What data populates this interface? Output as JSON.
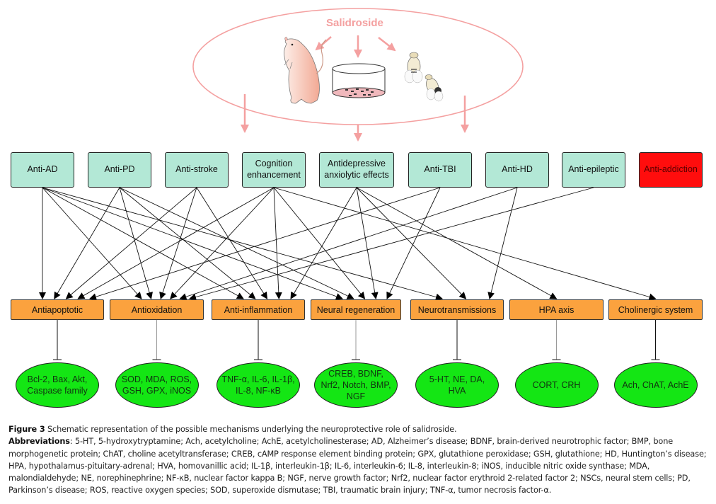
{
  "title": "Salidroside",
  "illustrations": [
    "rat-illustration",
    "cell-culture-dish-illustration",
    "fruit-fly-illustration"
  ],
  "colors": {
    "salidroside_pink": "#f4a0a0",
    "effect_box": "#b3e8d6",
    "effect_box_highlight": "#ff0d0d",
    "mechanism_box": "#fba23e",
    "marker_oval": "#14e614"
  },
  "effects": [
    {
      "label": "Anti-AD"
    },
    {
      "label": "Anti-PD"
    },
    {
      "label": "Anti-stroke"
    },
    {
      "label": "Cognition enhancement"
    },
    {
      "label": "Antidepressive anxiolytic effects"
    },
    {
      "label": "Anti-TBI"
    },
    {
      "label": "Anti-HD"
    },
    {
      "label": "Anti-epileptic"
    },
    {
      "label": "Anti-addiction",
      "highlight": true
    }
  ],
  "mechanisms": [
    {
      "label": "Antiapoptotic",
      "markers": "Bcl-2, Bax, Akt, Caspase family"
    },
    {
      "label": "Antioxidation",
      "markers": "SOD, MDA, ROS, GSH, GPX, iNOS"
    },
    {
      "label": "Anti-inflammation",
      "markers": "TNF-α, IL-6, IL-1β, IL-8, NF-κB"
    },
    {
      "label": "Neural regeneration",
      "markers": "CREB, BDNF, Nrf2, Notch, BMP, NGF"
    },
    {
      "label": "Neurotransmissions",
      "markers": "5-HT, NE, DA, HVA"
    },
    {
      "label": "HPA axis",
      "markers": "CORT, CRH"
    },
    {
      "label": "Cholinergic system",
      "markers": "Ach, ChAT, AchE"
    }
  ],
  "links": [
    {
      "from": "Anti-AD",
      "to": [
        "Antiapoptotic",
        "Antioxidation",
        "Anti-inflammation",
        "Neural regeneration",
        "Neurotransmissions"
      ]
    },
    {
      "from": "Anti-PD",
      "to": [
        "Antiapoptotic",
        "Antioxidation",
        "Anti-inflammation",
        "Neural regeneration"
      ]
    },
    {
      "from": "Anti-stroke",
      "to": [
        "Antiapoptotic",
        "Antioxidation",
        "Anti-inflammation"
      ]
    },
    {
      "from": "Cognition enhancement",
      "to": [
        "Antiapoptotic",
        "Antioxidation",
        "Anti-inflammation",
        "Neural regeneration",
        "Cholinergic system"
      ]
    },
    {
      "from": "Antidepressive anxiolytic effects",
      "to": [
        "Anti-inflammation",
        "Neural regeneration",
        "Neurotransmissions",
        "HPA axis"
      ]
    },
    {
      "from": "Anti-TBI",
      "to": [
        "Antiapoptotic",
        "Neural regeneration"
      ]
    },
    {
      "from": "Anti-HD",
      "to": [
        "Antioxidation",
        "Neurotransmissions"
      ]
    },
    {
      "from": "Anti-epileptic",
      "to": [
        "Antioxidation"
      ]
    }
  ],
  "caption": {
    "figure_label": "Figure 3",
    "figure_text": " Schematic representation of the possible mechanisms underlying the neuroprotective role of salidroside.",
    "abbr_label": "Abbreviations",
    "abbr_text": ": 5-HT, 5-hydroxytryptamine; Ach, acetylcholine; AchE, acetylcholinesterase; AD, Alzheimer’s disease; BDNF, brain-derived neurotrophic factor; BMP, bone morphogenetic protein; ChAT, choline acetyltransferase; CREB, cAMP response element binding protein; GPX, glutathione peroxidase; GSH, glutathione; HD, Huntington’s disease; HPA, hypothalamus-pituitary-adrenal; HVA, homovanillic acid; IL-1β, interleukin-1β; IL-6, interleukin-6; IL-8, interleukin-8; iNOS, inducible nitric oxide synthase; MDA, malondialdehyde; NE, norephinephrine; NF-κB, nuclear factor kappa B; NGF, nerve growth factor; Nrf2, nuclear factor erythroid 2-related factor 2; NSCs, neural stem cells; PD, Parkinson’s disease; ROS, reactive oxygen species; SOD, superoxide dismutase; TBI, traumatic brain injury; TNF-α, tumor necrosis factor-α."
  }
}
